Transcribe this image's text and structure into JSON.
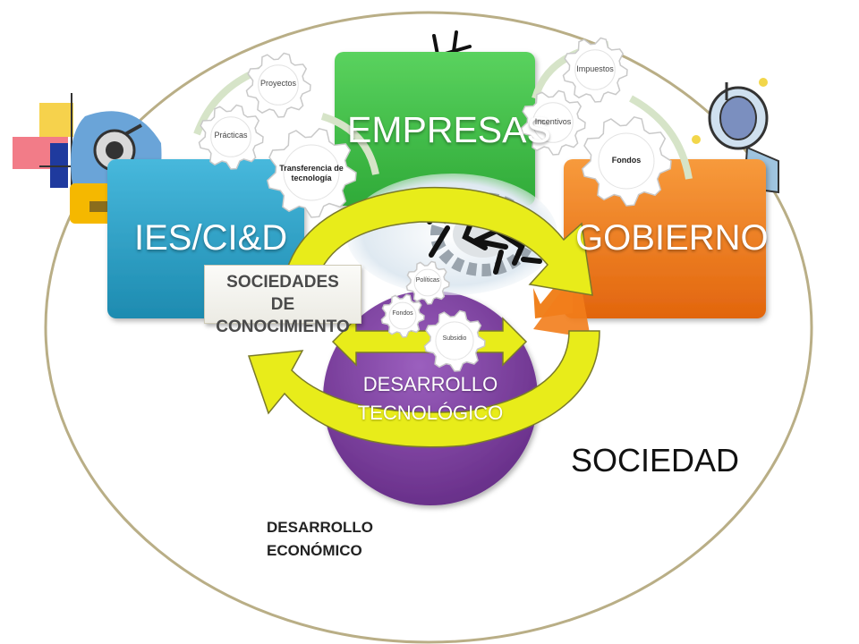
{
  "diagram": {
    "boxes": {
      "empresas": {
        "label": "EMPRESAS",
        "color": "#3cbf45"
      },
      "ies": {
        "label": "IES/CI&D",
        "color": "#29a3c7"
      },
      "gobierno": {
        "label": "GOBIERNO",
        "color": "#ef7a1e"
      }
    },
    "gears_left": [
      "Proyectos",
      "Prácticas",
      "Transferencia de tecnología"
    ],
    "gears_right": [
      "Impuestos",
      "Incentivos",
      "Fondos"
    ],
    "gears_center": [
      "Políticas",
      "Fondos",
      "Subsidio"
    ],
    "knowledge_societies": "SOCIEDADES DE CONOCIMIENTO",
    "tech_development": "DESARROLLO TECNOLÓGICO",
    "tech_development_color": "#7e3fa0",
    "society": "SOCIEDAD",
    "economic_development": "DESARROLLO ECONÓMICO",
    "arrow_color": "#e8ec1a",
    "ellipse_color": "#b9ae86"
  }
}
